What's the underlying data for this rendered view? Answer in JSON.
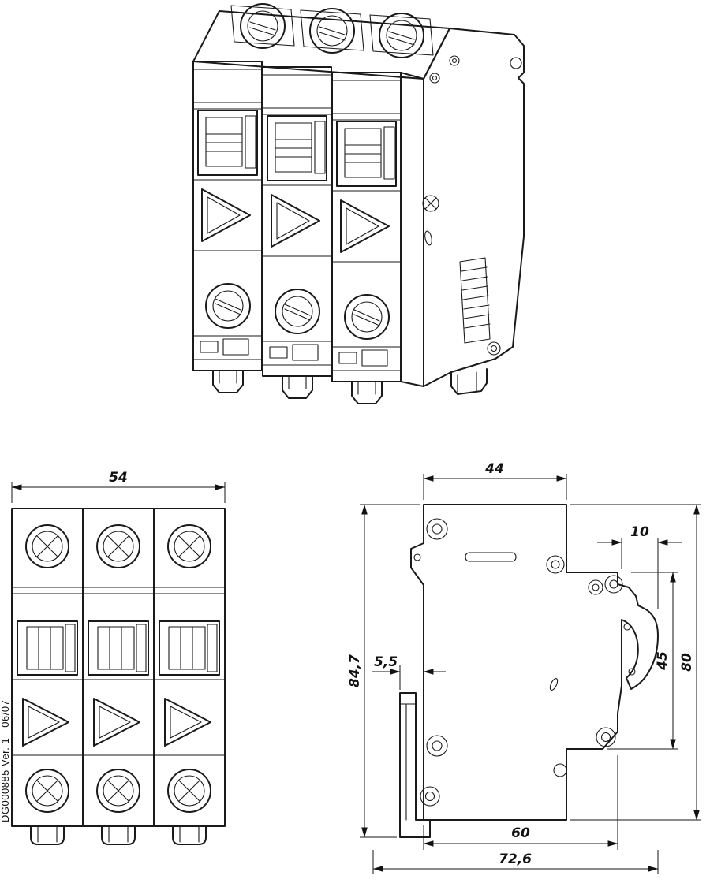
{
  "part_label": "DG000885 Ver. 1 - 06/07",
  "dims": {
    "front_width": "54",
    "top_width": "44",
    "clamp_opening": "10",
    "terminal_height": "45",
    "height": "80",
    "total_height": "84,7",
    "rail_lip": "5,5",
    "depth": "60",
    "total_depth": "72,6"
  }
}
